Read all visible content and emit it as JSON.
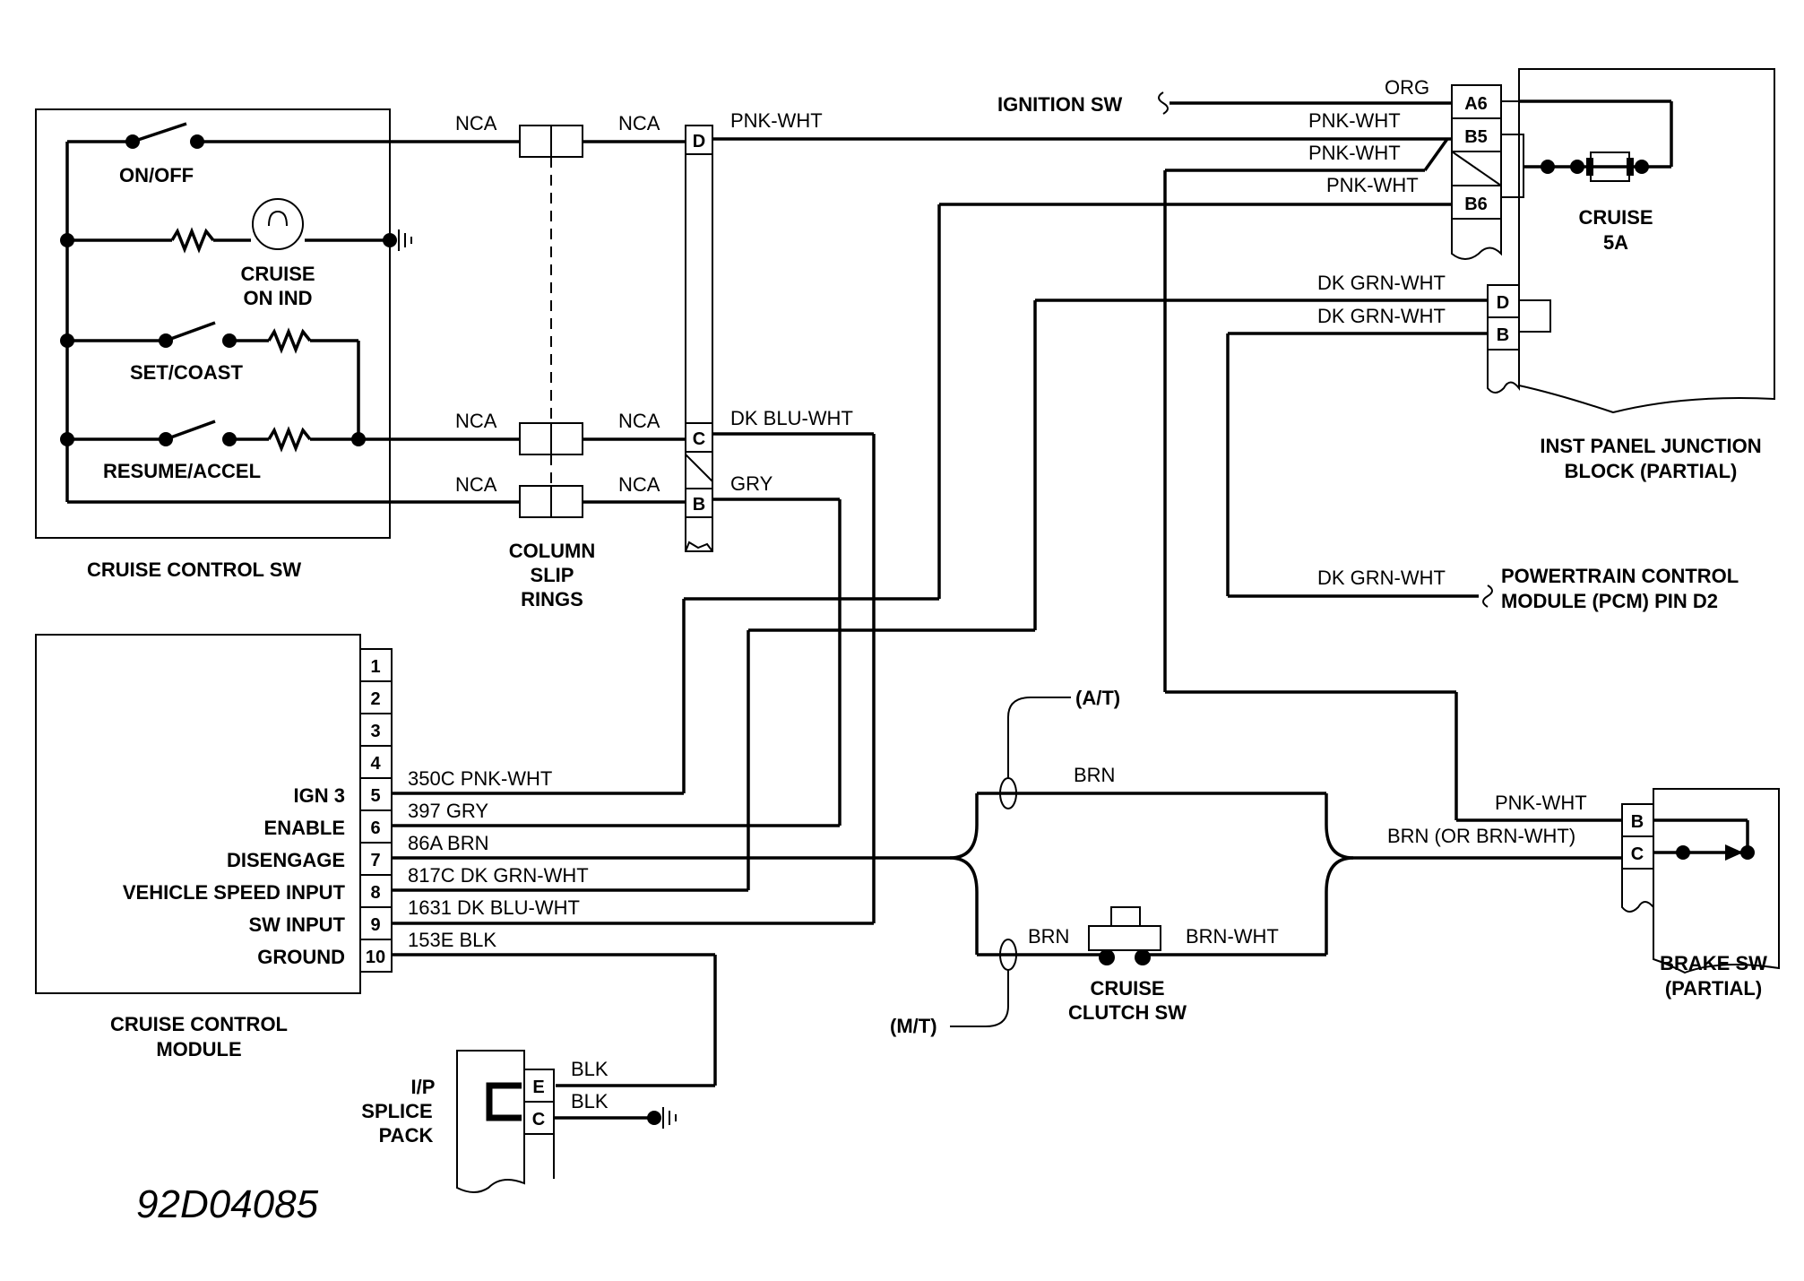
{
  "drawing_number": "92D04085",
  "cruise_control_sw": {
    "title": "CRUISE CONTROL SW",
    "on_off": "ON/OFF",
    "indicator_line1": "CRUISE",
    "indicator_line2": "ON IND",
    "set_coast": "SET/COAST",
    "resume_accel": "RESUME/ACCEL"
  },
  "column_slip_rings": {
    "line1": "COLUMN",
    "line2": "SLIP",
    "line3": "RINGS",
    "wire_label": "NCA"
  },
  "slip_ring_connector": {
    "pins": [
      "D",
      "C",
      "B"
    ],
    "wires": [
      "PNK-WHT",
      "DK BLU-WHT",
      "GRY"
    ]
  },
  "ignition_sw": "IGNITION SW",
  "junction_block": {
    "title_line1": "INST PANEL JUNCTION",
    "title_line2": "BLOCK (PARTIAL)",
    "fuse_line1": "CRUISE",
    "fuse_line2": "5A",
    "upper_pins": [
      "A6",
      "B5",
      "B6"
    ],
    "upper_wires": [
      "ORG",
      "PNK-WHT",
      "PNK-WHT",
      "PNK-WHT"
    ],
    "lower_pins": [
      "D",
      "B"
    ],
    "lower_wires": [
      "DK GRN-WHT",
      "DK GRN-WHT"
    ]
  },
  "pcm": {
    "wire": "DK GRN-WHT",
    "line1": "POWERTRAIN CONTROL",
    "line2": "MODULE (PCM) PIN D2"
  },
  "cruise_control_module": {
    "title_line1": "CRUISE CONTROL",
    "title_line2": "MODULE",
    "pins": [
      "1",
      "2",
      "3",
      "4",
      "5",
      "6",
      "7",
      "8",
      "9",
      "10"
    ],
    "functions": [
      "IGN 3",
      "ENABLE",
      "DISENGAGE",
      "VEHICLE SPEED INPUT",
      "SW INPUT",
      "GROUND"
    ],
    "circuits": [
      "350C PNK-WHT",
      "397 GRY",
      "86A BRN",
      "817C DK GRN-WHT",
      "1631 DK BLU-WHT",
      "153E BLK"
    ]
  },
  "clutch": {
    "at": "(A/T)",
    "mt": "(M/T)",
    "upper_wire": "BRN",
    "lower_left_wire": "BRN",
    "lower_right_wire": "BRN-WHT",
    "title_line1": "CRUISE",
    "title_line2": "CLUTCH SW"
  },
  "brake_sw": {
    "pins": [
      "B",
      "C"
    ],
    "wire_b": "PNK-WHT",
    "wire_c": "BRN (OR BRN-WHT)",
    "title_line1": "BRAKE SW",
    "title_line2": "(PARTIAL)"
  },
  "splice_pack": {
    "line1": "I/P",
    "line2": "SPLICE",
    "line3": "PACK",
    "pins": [
      "E",
      "C"
    ],
    "wires": [
      "BLK",
      "BLK"
    ]
  }
}
